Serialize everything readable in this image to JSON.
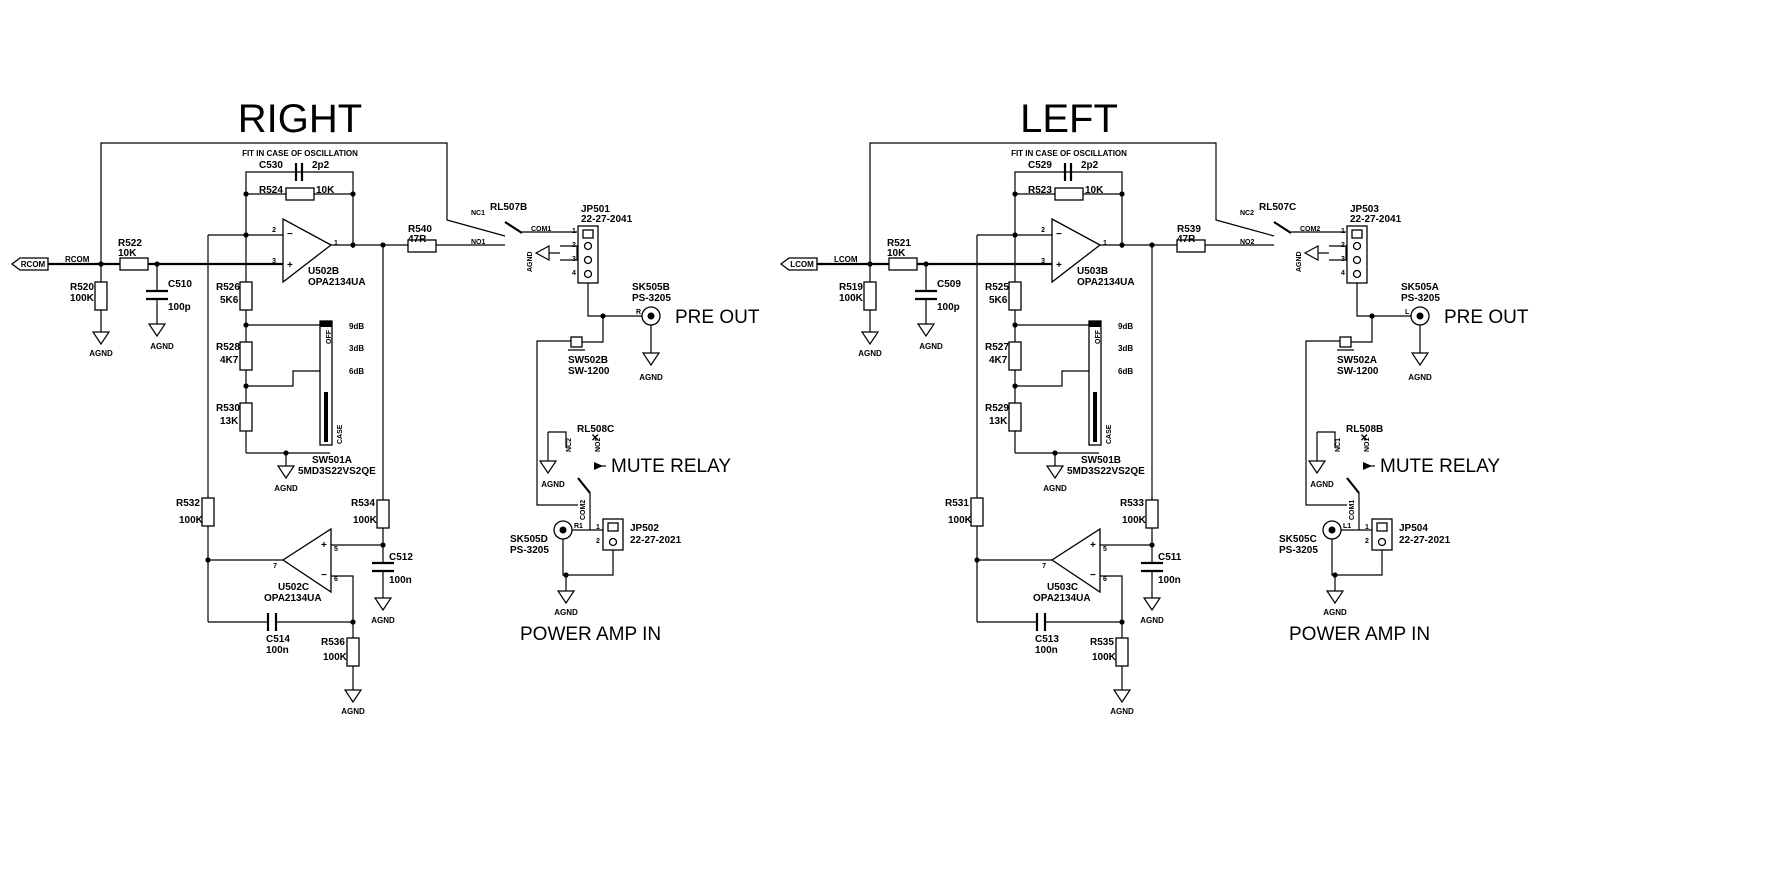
{
  "right": {
    "title": "RIGHT",
    "oscillation_note": "FIT IN CASE OF OSCILLATION",
    "input": "RCOM",
    "agnd": "AGND",
    "c_fb": {
      "ref": "C530",
      "val": "2p2"
    },
    "r_fb": {
      "ref": "R524",
      "val": "10K"
    },
    "r_in": {
      "ref": "R522",
      "val": "10K"
    },
    "r_pd": {
      "ref": "R520",
      "val": "100K"
    },
    "c_in": {
      "ref": "C510",
      "val": "100p"
    },
    "r_g1": {
      "ref": "R526",
      "val": "5K6"
    },
    "r_g2": {
      "ref": "R528",
      "val": "4K7"
    },
    "r_g3": {
      "ref": "R530",
      "val": "13K"
    },
    "gain_switch": {
      "ref": "SW501A",
      "part": "5MD3S22VS2QE",
      "off": "OFF",
      "case": "CASE",
      "pos": [
        "9dB",
        "3dB",
        "6dB"
      ]
    },
    "opamp_a": {
      "ref": "U502B",
      "part": "OPA2134UA",
      "pins": [
        "2",
        "3",
        "1"
      ]
    },
    "opamp_b": {
      "ref": "U502C",
      "part": "OPA2134UA",
      "pins": [
        "5",
        "6",
        "7"
      ]
    },
    "r_out": {
      "ref": "R540",
      "val": "47R"
    },
    "relay_a": {
      "ref": "RL507B",
      "nc": "NC1",
      "no": "NO1",
      "com": "COM1"
    },
    "jp_out": {
      "ref": "JP501",
      "part": "22-27-2041",
      "pins": [
        "1",
        "2",
        "3",
        "4"
      ]
    },
    "jack_out": {
      "ref": "SK505B",
      "part": "PS-3205",
      "pin": "R"
    },
    "pre_out": "PRE OUT",
    "sw_out": {
      "ref": "SW502B",
      "part": "SW-1200"
    },
    "relay_b": {
      "ref": "RL508C",
      "nc": "NC2",
      "no": "NO2",
      "com": "COM2"
    },
    "mute": "MUTE RELAY",
    "jack_in": {
      "ref": "SK505D",
      "part": "PS-3205",
      "pin": "R1"
    },
    "jp_in": {
      "ref": "JP502",
      "part": "22-27-2021",
      "pins": [
        "1",
        "2"
      ]
    },
    "power_amp_in": "POWER AMP IN",
    "r_b1": {
      "ref": "R532",
      "val": "100K"
    },
    "r_b2": {
      "ref": "R534",
      "val": "100K"
    },
    "c_b1": {
      "ref": "C512",
      "val": "100n"
    },
    "c_b2": {
      "ref": "C514",
      "val": "100n"
    },
    "r_b3": {
      "ref": "R536",
      "val": "100K"
    }
  },
  "left": {
    "title": "LEFT",
    "oscillation_note": "FIT IN CASE OF OSCILLATION",
    "input": "LCOM",
    "agnd": "AGND",
    "c_fb": {
      "ref": "C529",
      "val": "2p2"
    },
    "r_fb": {
      "ref": "R523",
      "val": "10K"
    },
    "r_in": {
      "ref": "R521",
      "val": "10K"
    },
    "r_pd": {
      "ref": "R519",
      "val": "100K"
    },
    "c_in": {
      "ref": "C509",
      "val": "100p"
    },
    "r_g1": {
      "ref": "R525",
      "val": "5K6"
    },
    "r_g2": {
      "ref": "R527",
      "val": "4K7"
    },
    "r_g3": {
      "ref": "R529",
      "val": "13K"
    },
    "gain_switch": {
      "ref": "SW501B",
      "part": "5MD3S22VS2QE",
      "off": "OFF",
      "case": "CASE",
      "pos": [
        "9dB",
        "3dB",
        "6dB"
      ]
    },
    "opamp_a": {
      "ref": "U503B",
      "part": "OPA2134UA",
      "pins": [
        "2",
        "3",
        "1"
      ]
    },
    "opamp_b": {
      "ref": "U503C",
      "part": "OPA2134UA",
      "pins": [
        "5",
        "6",
        "7"
      ]
    },
    "r_out": {
      "ref": "R539",
      "val": "47R"
    },
    "relay_a": {
      "ref": "RL507C",
      "nc": "NC2",
      "no": "NO2",
      "com": "COM2"
    },
    "jp_out": {
      "ref": "JP503",
      "part": "22-27-2041",
      "pins": [
        "1",
        "2",
        "3",
        "4"
      ]
    },
    "jack_out": {
      "ref": "SK505A",
      "part": "PS-3205",
      "pin": "L"
    },
    "pre_out": "PRE OUT",
    "sw_out": {
      "ref": "SW502A",
      "part": "SW-1200"
    },
    "relay_b": {
      "ref": "RL508B",
      "nc": "NC1",
      "no": "NO1",
      "com": "COM1"
    },
    "mute": "MUTE RELAY",
    "jack_in": {
      "ref": "SK505C",
      "part": "PS-3205",
      "pin": "L1"
    },
    "jp_in": {
      "ref": "JP504",
      "part": "22-27-2021",
      "pins": [
        "1",
        "2"
      ]
    },
    "power_amp_in": "POWER AMP IN",
    "r_b1": {
      "ref": "R531",
      "val": "100K"
    },
    "r_b2": {
      "ref": "R533",
      "val": "100K"
    },
    "c_b1": {
      "ref": "C511",
      "val": "100n"
    },
    "c_b2": {
      "ref": "C513",
      "val": "100n"
    },
    "r_b3": {
      "ref": "R535",
      "val": "100K"
    }
  }
}
